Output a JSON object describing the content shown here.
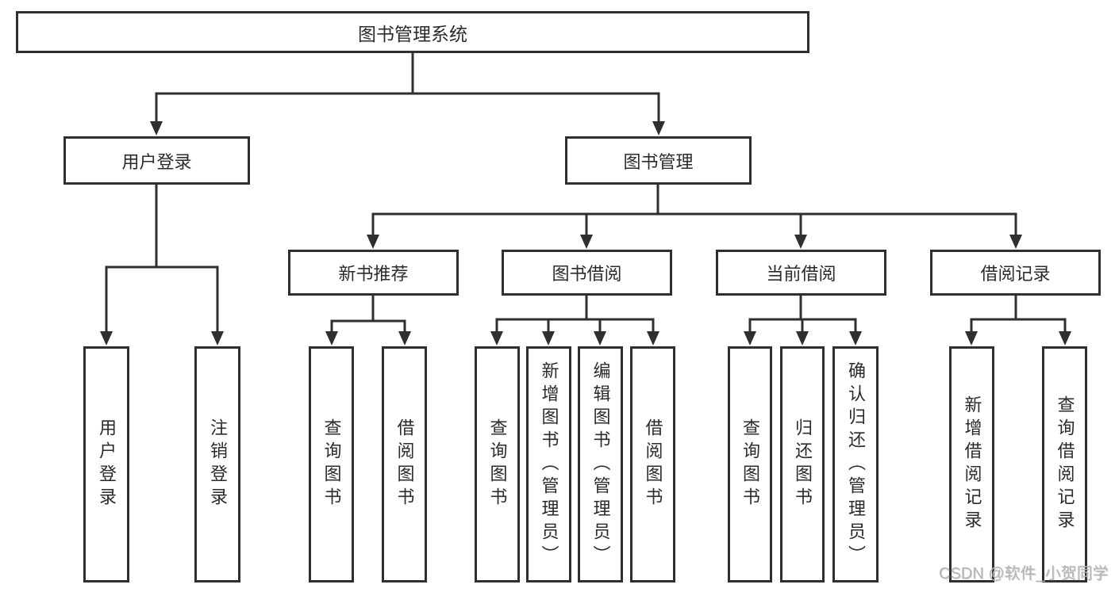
{
  "diagram": {
    "type": "tree",
    "tree": {
      "root": {
        "label": "图书管理系统",
        "children": [
          {
            "label": "用户登录",
            "children": [
              {
                "label": "用户登录"
              },
              {
                "label": "注销登录"
              }
            ]
          },
          {
            "label": "图书管理",
            "children": [
              {
                "label": "新书推荐",
                "children": [
                  {
                    "label": "查询图书"
                  },
                  {
                    "label": "借阅图书"
                  }
                ]
              },
              {
                "label": "图书借阅",
                "children": [
                  {
                    "label": "查询图书"
                  },
                  {
                    "label": "新增图书（管理员）"
                  },
                  {
                    "label": "编辑图书（管理员）"
                  },
                  {
                    "label": "借阅图书"
                  }
                ]
              },
              {
                "label": "当前借阅",
                "children": [
                  {
                    "label": "查询图书"
                  },
                  {
                    "label": "归还图书"
                  },
                  {
                    "label": "确认归还（管理员）"
                  }
                ]
              },
              {
                "label": "借阅记录",
                "children": [
                  {
                    "label": "新增借阅记录"
                  },
                  {
                    "label": "查询借阅记录"
                  }
                ]
              }
            ]
          }
        ]
      }
    },
    "colors": {
      "line": "#2f2f2f",
      "box_border": "#2f2f2f",
      "text": "#2b2b2b",
      "background": "#ffffff",
      "watermark": "#b5b5b5"
    }
  },
  "watermark": {
    "text": "CSDN @软件_小贺同学"
  }
}
